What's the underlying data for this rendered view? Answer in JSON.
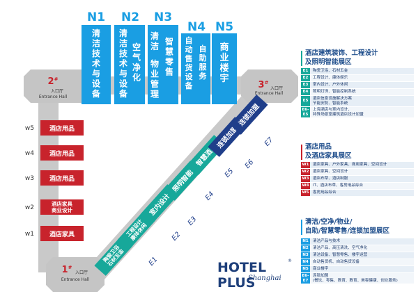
{
  "halls": {
    "n1": {
      "num": "N1",
      "label": "清洁技术与设备"
    },
    "n2": {
      "num": "N2",
      "label_col1": "清洁技术与设备",
      "label_col2": "空气净化"
    },
    "n3": {
      "num": "N3",
      "label_col1": "清洁",
      "label_col2": "物业管理",
      "label_col3": "智慧零售"
    },
    "n4": {
      "num": "N4",
      "label_col1": "自动售货设备",
      "label_col2": "自助服务"
    },
    "n5": {
      "num": "N5",
      "label": "商业楼宇"
    }
  },
  "entrances": {
    "e1": {
      "num": "1",
      "mark": "#",
      "cn": "入口厅",
      "en": "Entrance Hall"
    },
    "e2": {
      "num": "2",
      "mark": "#",
      "cn": "入口厅",
      "en": "Entrance Hall"
    },
    "e3": {
      "num": "3",
      "mark": "#",
      "cn": "入口厅",
      "en": "Entrance Hall"
    }
  },
  "west": [
    {
      "code": "W5",
      "label": "酒店用品"
    },
    {
      "code": "W4",
      "label": "酒店用品"
    },
    {
      "code": "W3",
      "label": "酒店用品"
    },
    {
      "code": "W2",
      "label": "酒店家具\n商业设计"
    },
    {
      "code": "W1",
      "label": "酒店家具"
    }
  ],
  "east": [
    {
      "code": "E1",
      "label": "陶瓷卫浴\n石材五金"
    },
    {
      "code": "E2",
      "label": "工程设计\n康体休闲"
    },
    {
      "code": "E3",
      "label": "室内设计"
    },
    {
      "code": "E4",
      "label": "照明智能"
    },
    {
      "code": "E5",
      "label": "智慧酒店"
    },
    {
      "code": "E6",
      "label": "连锁加盟"
    },
    {
      "code": "E7",
      "label": "连锁加盟"
    }
  ],
  "legend1": {
    "title_line1": "酒店建筑装饰、工程设计",
    "title_line2": "及照明智能展区",
    "rows": [
      {
        "code": "E1",
        "text": "陶瓷卫浴、石材五金"
      },
      {
        "code": "E2",
        "text": "工程设计、康体娱乐"
      },
      {
        "code": "E3",
        "text": "室内设计、户外休闲"
      },
      {
        "code": "E4",
        "text": "照明灯饰、智能控制系统"
      },
      {
        "code": "E5",
        "text": "酒店信息设施解决方案\n节能安防、智能系统"
      },
      {
        "code": "E6-E5",
        "text": "上海酒店与室内设计、\n特殊场景室建筑酒店设计加盟"
      }
    ]
  },
  "legend2": {
    "title_line1": "酒店用品",
    "title_line2": "及酒店家具展区",
    "rows": [
      {
        "code": "W1",
        "text": "酒店家具、户外家具、商用家具、空间设计"
      },
      {
        "code": "W2",
        "text": "酒店家具、空间设计"
      },
      {
        "code": "W3",
        "text": "酒店布草、酒店制服"
      },
      {
        "code": "W4",
        "text": "IT、酒店布草、客房用品综合"
      },
      {
        "code": "W5",
        "text": "客房用品综合"
      }
    ]
  },
  "legend3": {
    "title_line1": "清洁/空净/物业/",
    "title_line2": "自助/智慧零售/连锁加盟展区",
    "rows": [
      {
        "code": "N1",
        "text": "清洁产品与技术"
      },
      {
        "code": "N2",
        "text": "清洁产品、高压清洗、空气净化"
      },
      {
        "code": "N3",
        "text": "清洁设备、智慧零售、楼宇运营"
      },
      {
        "code": "N4",
        "text": "自动售货机、自动售货设备"
      },
      {
        "code": "N5",
        "text": "商业楼宇"
      },
      {
        "code": "E6-E7",
        "text": "连锁加盟\n(餐饮、零售、教育、教育、美容健康、创业服务)"
      }
    ]
  },
  "logo": {
    "main": "HOTEL PLUS",
    "sub": "Shanghai",
    "reg": "®"
  },
  "colors": {
    "n_blue": "#1a9ee3",
    "n_label": "#1a9ee3",
    "west_red": "#c8232c",
    "teal": "#17a89a",
    "navy": "#1f3e8a",
    "gray": "#c5c5c5",
    "gray_dark": "#9a9a9a",
    "legend_title": "#1f4e8c"
  }
}
